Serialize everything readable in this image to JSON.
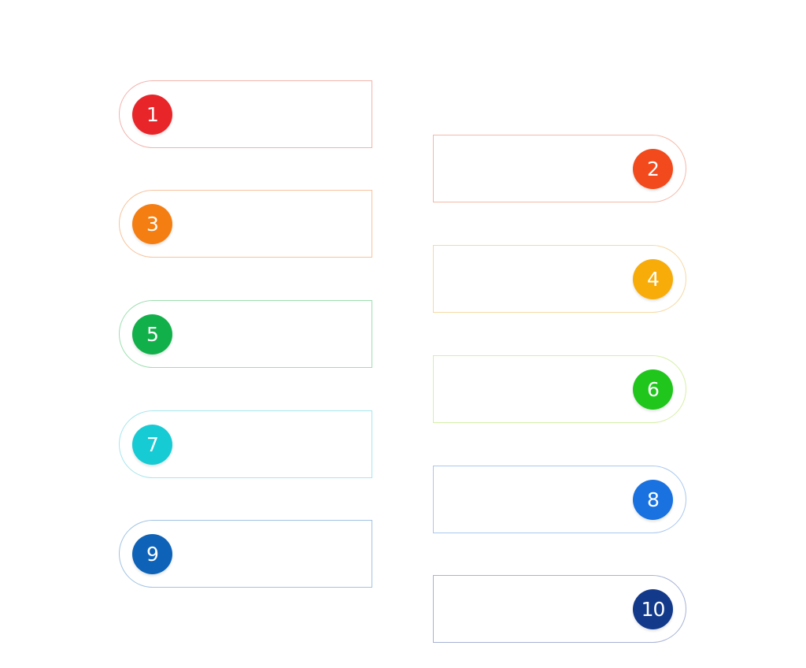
{
  "items": [
    {
      "number": "1",
      "badge_color": "#e8262a",
      "border_color": "#f2b3ae"
    },
    {
      "number": "2",
      "badge_color": "#f24a1c",
      "border_color": "#f5b9a8"
    },
    {
      "number": "3",
      "badge_color": "#f57e12",
      "border_color": "#f6c39c"
    },
    {
      "number": "4",
      "badge_color": "#f7ac0a",
      "border_color": "#f6d9a4"
    },
    {
      "number": "5",
      "badge_color": "#12b04a",
      "border_color": "#9edfb0"
    },
    {
      "number": "6",
      "badge_color": "#20c61c",
      "border_color": "#d5f0a6"
    },
    {
      "number": "7",
      "badge_color": "#16cbd4",
      "border_color": "#a6e6ee"
    },
    {
      "number": "8",
      "badge_color": "#1a72e0",
      "border_color": "#a9c8ef"
    },
    {
      "number": "9",
      "badge_color": "#0e63b8",
      "border_color": "#a2c3e2"
    },
    {
      "number": "10",
      "badge_color": "#133a8a",
      "border_color": "#a7b3d6"
    }
  ]
}
